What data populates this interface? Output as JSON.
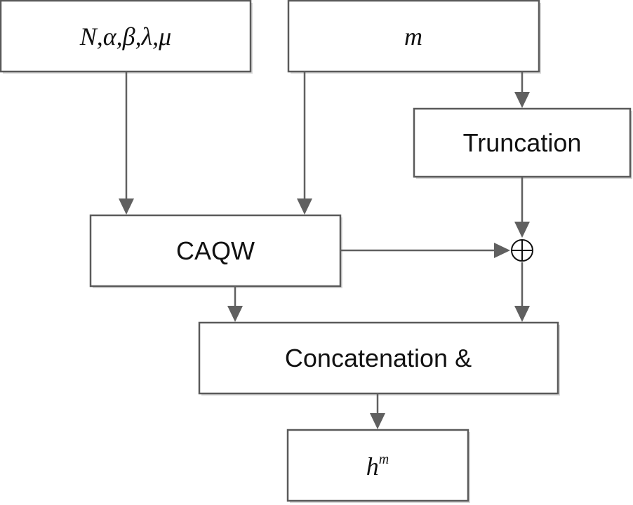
{
  "nodes": {
    "params": "N,α,β,λ,μ",
    "m": "m",
    "truncation": "Truncation",
    "caqw": "CAQW",
    "concat": "Concatenation &",
    "output_base": "h",
    "output_sup": "m"
  },
  "operators": {
    "combine": "⊕"
  }
}
